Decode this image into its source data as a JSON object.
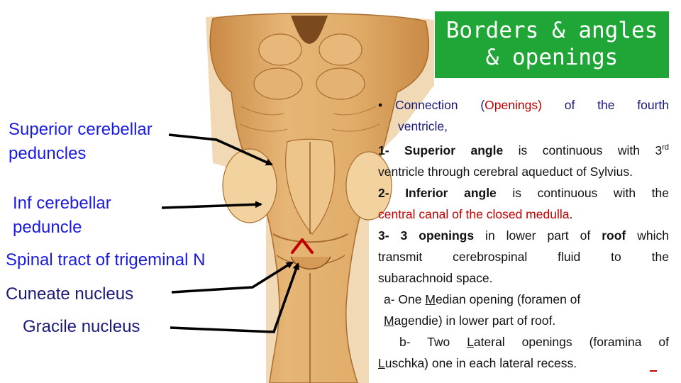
{
  "title": {
    "line1": "Borders & angles",
    "line2": "& openings"
  },
  "labels": {
    "superior_line1": "Superior cerebellar",
    "superior_line2": "peduncles",
    "inf_line1": "Inf cerebellar",
    "inf_line2": "peduncle",
    "spinal": "Spinal tract of trigeminal N",
    "cuneate": "Cuneate nucleus",
    "gracile": "Gracile nucleus"
  },
  "body": {
    "bullet": "•",
    "connection_a": "Connection (",
    "connection_red": "Openings)",
    "connection_b": " of the fourth",
    "connection_c": "ventricle,",
    "item1_num": "1-",
    "item1_bold": "Superior angle",
    "item1_a": " is continuous with 3",
    "item1_sup": "rd",
    "item1_b": "ventricle through cerebral aqueduct of Sylvius.",
    "item2_num": "2-",
    "item2_bold": "Inferior angle",
    "item2_a": " is continuous with the",
    "item2_red": "central canal of the closed medulla",
    "item2_end": ".",
    "item3_bold": "3- 3 openings",
    "item3_a": " in lower part of ",
    "item3_bold2": "roof",
    "item3_b": " which",
    "item3_c": "transmit cerebrospinal fluid to the",
    "item3_d": "subarachnoid space.",
    "sub_a_pre": "a- One ",
    "sub_a_ul": "M",
    "sub_a_post": "edian opening (foramen of",
    "sub_a2_ul": "M",
    "sub_a2_post": "agendie) in lower part of roof.",
    "sub_b_pre": "b- Two ",
    "sub_b_ul": "L",
    "sub_b_post": "ateral openings (foramina of",
    "sub_b2_ul": "L",
    "sub_b2_post": "uschka) one in each lateral recess."
  },
  "colors": {
    "title_bg": "#1fa637",
    "label_blue": "#1a1ae0",
    "label_navy": "#1a1a7a",
    "accent_red": "#c00000",
    "tissue": "#d9a35f"
  },
  "icons": {
    "arrow": "arrow-icon",
    "caret": "caret-up-icon"
  }
}
